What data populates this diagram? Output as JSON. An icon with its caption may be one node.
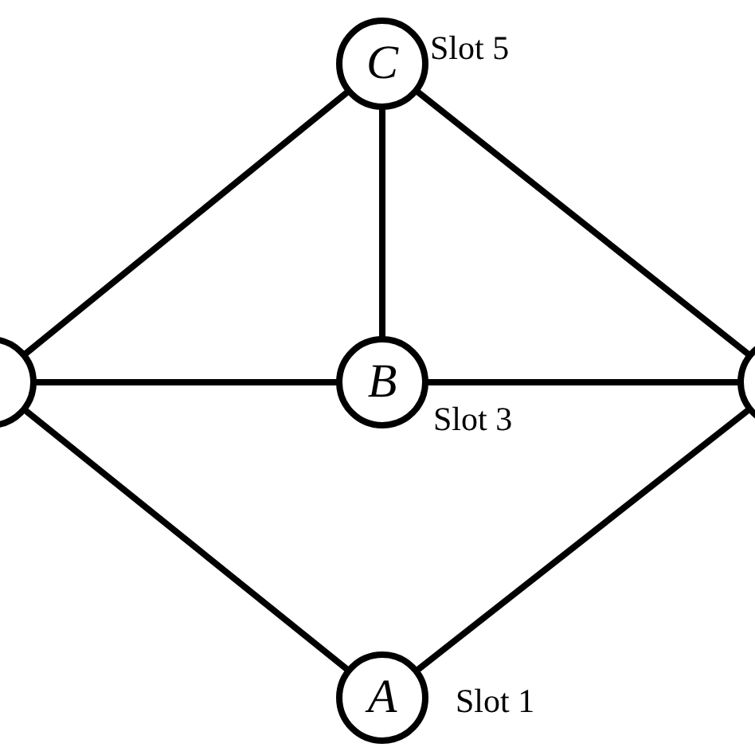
{
  "diagram": {
    "nodes": [
      {
        "text": [
          "C"
        ],
        "beside": [
          "Slot 5"
        ]
      },
      {
        "text": [],
        "shape": "circle"
      },
      {
        "text": [
          "B"
        ],
        "beside": [
          "Slot 3"
        ]
      },
      {
        "text": [],
        "shape": "circle"
      },
      {
        "text": [
          "A"
        ],
        "beside": [
          "Slot 1"
        ]
      }
    ],
    "edges": [
      {
        "from": 0,
        "to": 1,
        "arrow": "none"
      },
      {
        "from": 0,
        "to": 2,
        "arrow": "none"
      },
      {
        "from": 0,
        "to": 3,
        "arrow": "none"
      },
      {
        "from": 1,
        "to": 2,
        "arrow": "none"
      },
      {
        "from": 2,
        "to": 3,
        "arrow": "none"
      },
      {
        "from": 1,
        "to": 4,
        "arrow": "none"
      },
      {
        "from": 4,
        "to": 3,
        "arrow": "none"
      }
    ]
  }
}
